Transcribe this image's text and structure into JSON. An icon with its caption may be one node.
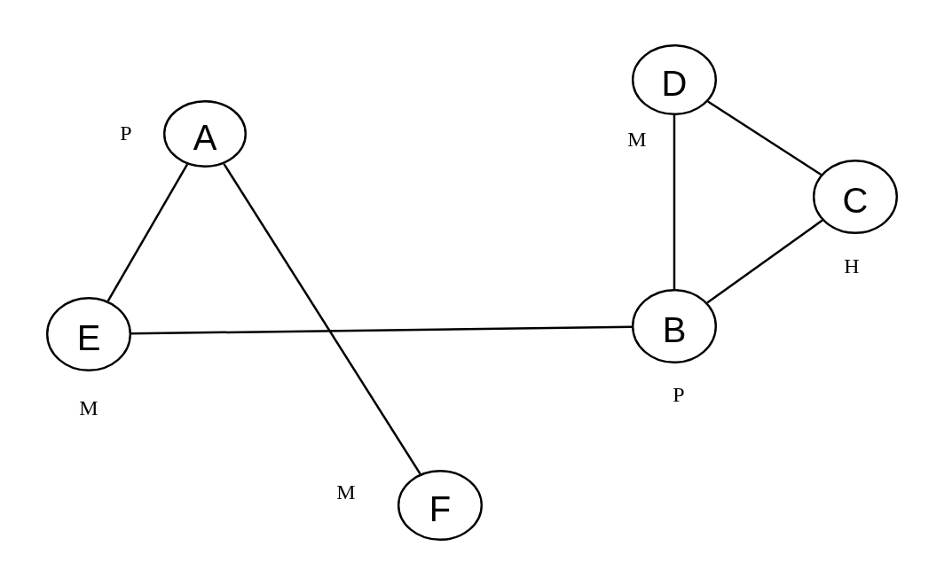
{
  "diagram": {
    "nodes": [
      {
        "text": [
          "D"
        ],
        "beside": [
          "M"
        ]
      },
      {
        "text": [
          "A"
        ],
        "beside": [
          "P"
        ]
      },
      {
        "text": [
          "C"
        ],
        "beside": [
          "H"
        ]
      },
      {
        "text": [
          "E"
        ],
        "beside": [
          "M"
        ]
      },
      {
        "text": [
          "B"
        ],
        "beside": [
          "P"
        ]
      },
      {
        "text": [
          "F"
        ],
        "beside": [
          "M"
        ]
      }
    ],
    "edges": [
      {
        "from": 1,
        "to": 3,
        "arrow": "none"
      },
      {
        "from": 1,
        "to": 5,
        "arrow": "none"
      },
      {
        "from": 3,
        "to": 4,
        "arrow": "none"
      },
      {
        "from": 0,
        "to": 4,
        "arrow": "none"
      },
      {
        "from": 0,
        "to": 2,
        "arrow": "none"
      },
      {
        "from": 2,
        "to": 4,
        "arrow": "none"
      }
    ]
  }
}
